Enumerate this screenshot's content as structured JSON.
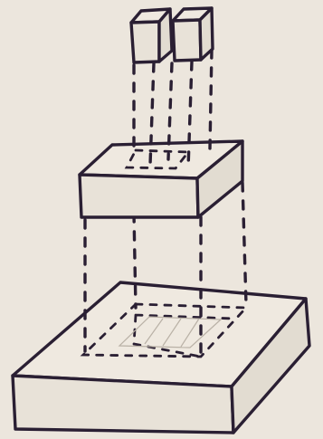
{
  "sketch": {
    "elements": [
      "small-cube-left",
      "small-cube-right",
      "middle-block",
      "base-slab",
      "projection-lines"
    ],
    "colors": {
      "paper": "#ece6dd",
      "ink": "#2a1f33",
      "pencil": "#b9b1a6"
    }
  }
}
